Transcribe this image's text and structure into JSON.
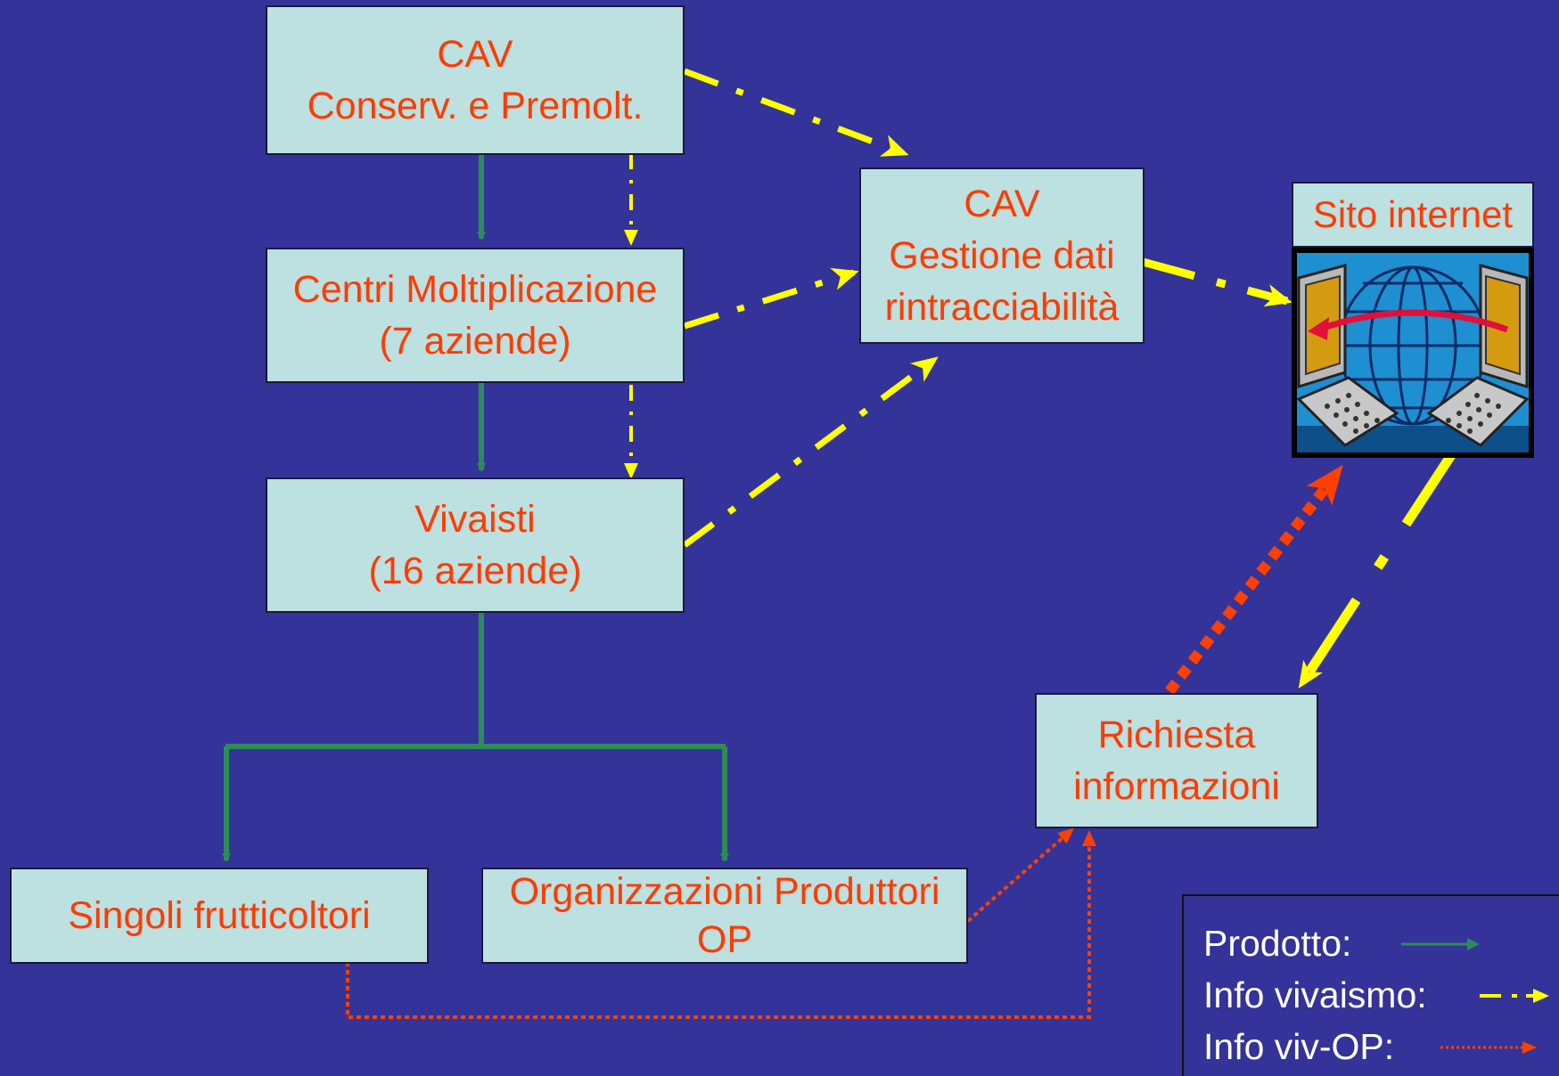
{
  "nodes": {
    "cav_conserv": {
      "line1": "CAV",
      "line2": "Conserv. e Premolt."
    },
    "centri": {
      "line1": "Centri Moltiplicazione",
      "line2": "(7 aziende)"
    },
    "vivaisti": {
      "line1": "Vivaisti",
      "line2": "(16 aziende)"
    },
    "singoli": {
      "line1": "Singoli frutticoltori"
    },
    "org": {
      "line1": "Organizzazioni Produttori",
      "line2": "OP"
    },
    "cav_gestione": {
      "line1": "CAV",
      "line2": "Gestione dati",
      "line3": "rintracciabilità"
    },
    "sito": {
      "label": "Sito internet",
      "icon": "internet-globe-computers-icon"
    },
    "richiesta": {
      "line1": "Richiesta",
      "line2": "informazioni"
    }
  },
  "legend": {
    "prodotto": "Prodotto:",
    "info_vivaismo": "Info vivaismo:",
    "info_viv_op": "Info viv-OP:"
  },
  "colors": {
    "background": "#333399",
    "box_fill": "#bde0e0",
    "box_text": "#ff3b00",
    "prodotto_arrow": "#2e8b57",
    "info_vivaismo_arrow": "#ffff00",
    "info_viv_op_arrow": "#ff4000"
  }
}
